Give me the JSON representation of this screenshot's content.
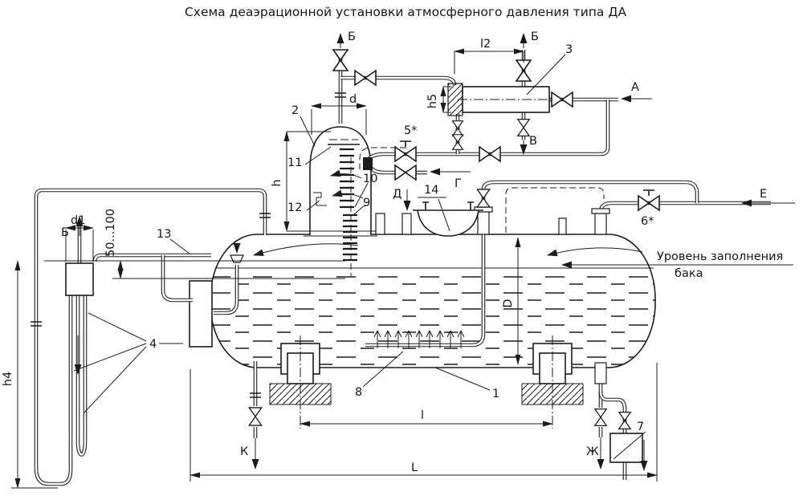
{
  "title": "Схема деаэрационной установки атмосферного давления типа ДА",
  "note": {
    "line1": "Уровень заполнения",
    "line2": "бака"
  },
  "parts": {
    "n1": "1",
    "n2": "2",
    "n3": "3",
    "n4": "4",
    "n5": "5*",
    "n6": "6*",
    "n7": "7",
    "n8": "8",
    "n9": "9",
    "n10": "10",
    "n11": "11",
    "n12": "12",
    "n13": "13",
    "n14": "14"
  },
  "flows": {
    "a": "А",
    "b": "Б",
    "v": "В",
    "g": "Г",
    "d": "Д",
    "e": "Е",
    "zh": "Ж",
    "k": "К"
  },
  "dims": {
    "L": "L",
    "l": "l",
    "l2": "l2",
    "h": "h",
    "h4": "h4",
    "h5": "h5",
    "d": "d",
    "d1": "d1",
    "D": "D",
    "range": "50...100"
  },
  "colors": {
    "ink": "#1c1c1c",
    "paper": "#ffffff"
  }
}
